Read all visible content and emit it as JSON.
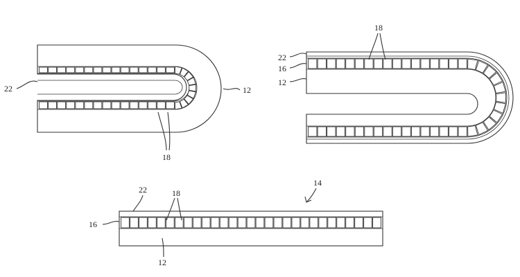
{
  "figures": [
    {
      "id": "left-fold",
      "labels": {
        "cover": "22",
        "substrate": "12",
        "pixels": "18"
      }
    },
    {
      "id": "right-fold",
      "labels": {
        "pixels": "18",
        "cover": "22",
        "adhesive": "16",
        "substrate": "12"
      }
    },
    {
      "id": "flat-display",
      "labels": {
        "assembly": "14",
        "cover": "22",
        "pixels": "18",
        "adhesive": "16",
        "substrate": "12"
      }
    }
  ]
}
